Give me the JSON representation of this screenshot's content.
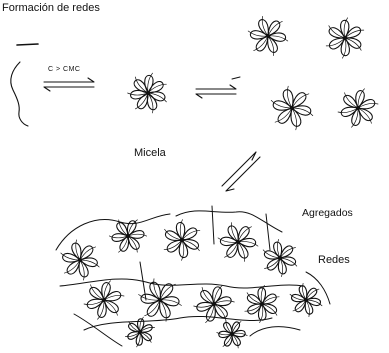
{
  "diagram": {
    "title": "Formación de redes",
    "condition_label": "C > CMC",
    "micelle_label": "Micela",
    "aggregates_label": "Agregados",
    "networks_label": "Redes"
  },
  "colors": {
    "ink": "#111111",
    "background": "#ffffff"
  }
}
